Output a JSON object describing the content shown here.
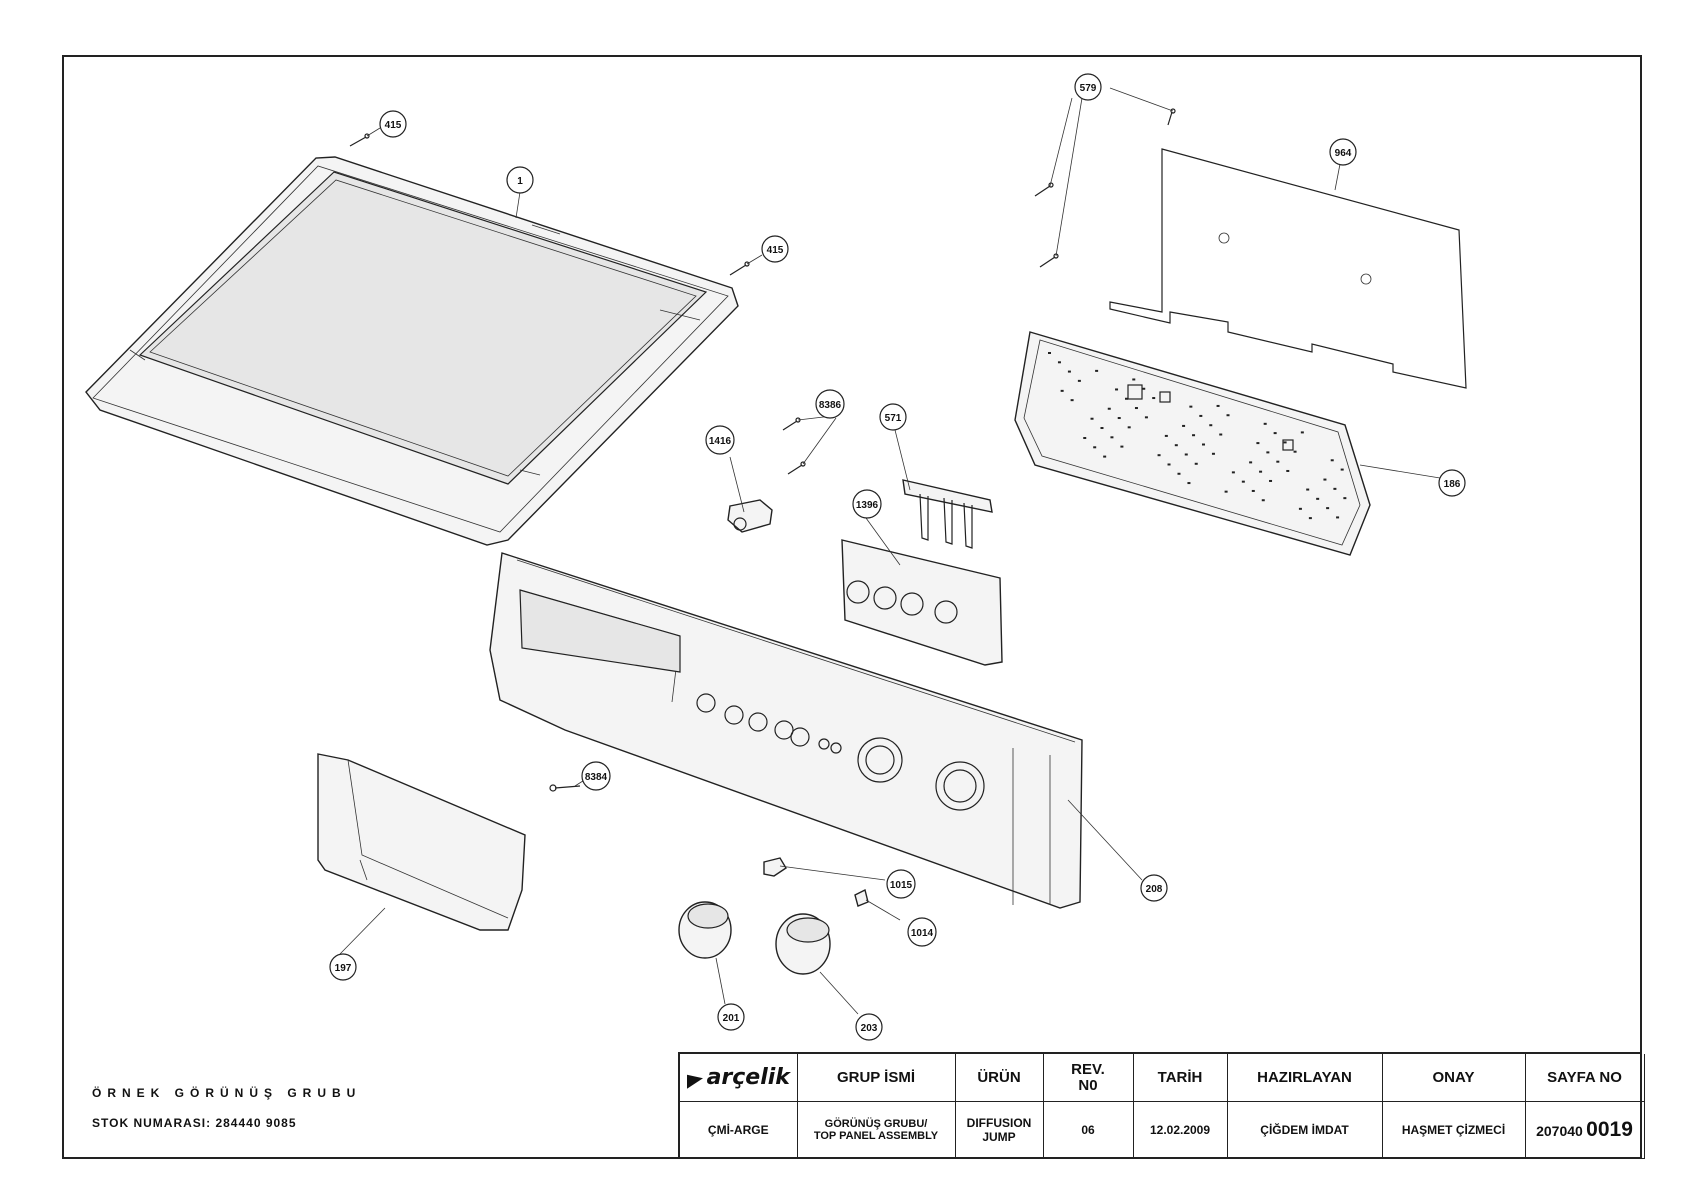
{
  "callouts": {
    "c415a": "415",
    "c1": "1",
    "c415b": "415",
    "c579": "579",
    "c964": "964",
    "c8386": "8386",
    "c571": "571",
    "c1416": "1416",
    "c1396": "1396",
    "c186": "186",
    "c8384": "8384",
    "c208": "208",
    "c197": "197",
    "c1015": "1015",
    "c1014": "1014",
    "c201": "201",
    "c203": "203"
  },
  "stock": {
    "title": "ÖRNEK GÖRÜNÜŞ GRUBU",
    "number": "STOK NUMARASI: 284440 9085"
  },
  "title_block": {
    "brand": "arçelik",
    "headers": {
      "group": "GRUP İSMİ",
      "product": "ÜRÜN",
      "rev": "REV.",
      "rev2": "N0",
      "date": "TARİH",
      "prepared": "HAZIRLAYAN",
      "approved": "ONAY",
      "sheet": "SAYFA NO"
    },
    "values": {
      "dept": "ÇMİ-ARGE",
      "group1": "GÖRÜNÜŞ GRUBU/",
      "group2": "TOP PANEL ASSEMBLY",
      "product1": "DIFFUSION",
      "product2": "JUMP",
      "rev": "06",
      "date": "12.02.2009",
      "prepared": "ÇİĞDEM İMDAT",
      "approved": "HAŞMET ÇİZMECİ",
      "sheet_prefix": "207040",
      "sheet_num": "0019"
    }
  }
}
